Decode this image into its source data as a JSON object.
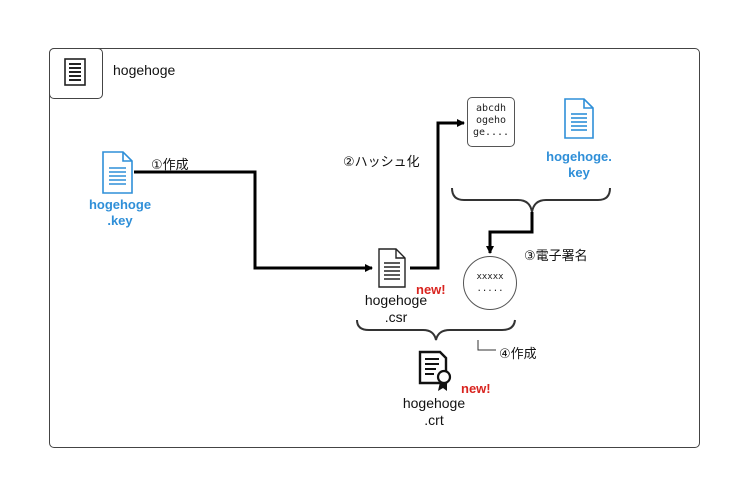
{
  "container": {
    "title": "hogehoge"
  },
  "nodes": {
    "key_file": {
      "line1": "hogehoge",
      "line2": ".key"
    },
    "csr_file": {
      "line1": "hogehoge",
      "line2": ".csr",
      "badge": "new!"
    },
    "hash_box": {
      "lines": [
        "abcdh",
        "ogeho",
        "ge...."
      ]
    },
    "key_file_right": {
      "line1": "hogehoge.",
      "line2": "key"
    },
    "signature": {
      "line1": "xxxxx",
      "line2": "....."
    },
    "crt_file": {
      "line1": "hogehoge",
      "line2": ".crt",
      "badge": "new!"
    }
  },
  "edges": {
    "create_csr": "①作成",
    "hash": "②ハッシュ化",
    "sign": "③電子署名",
    "create_crt": "④作成"
  },
  "colors": {
    "accent": "#2f8fd8",
    "badge": "#d9241f",
    "line": "#000000"
  }
}
